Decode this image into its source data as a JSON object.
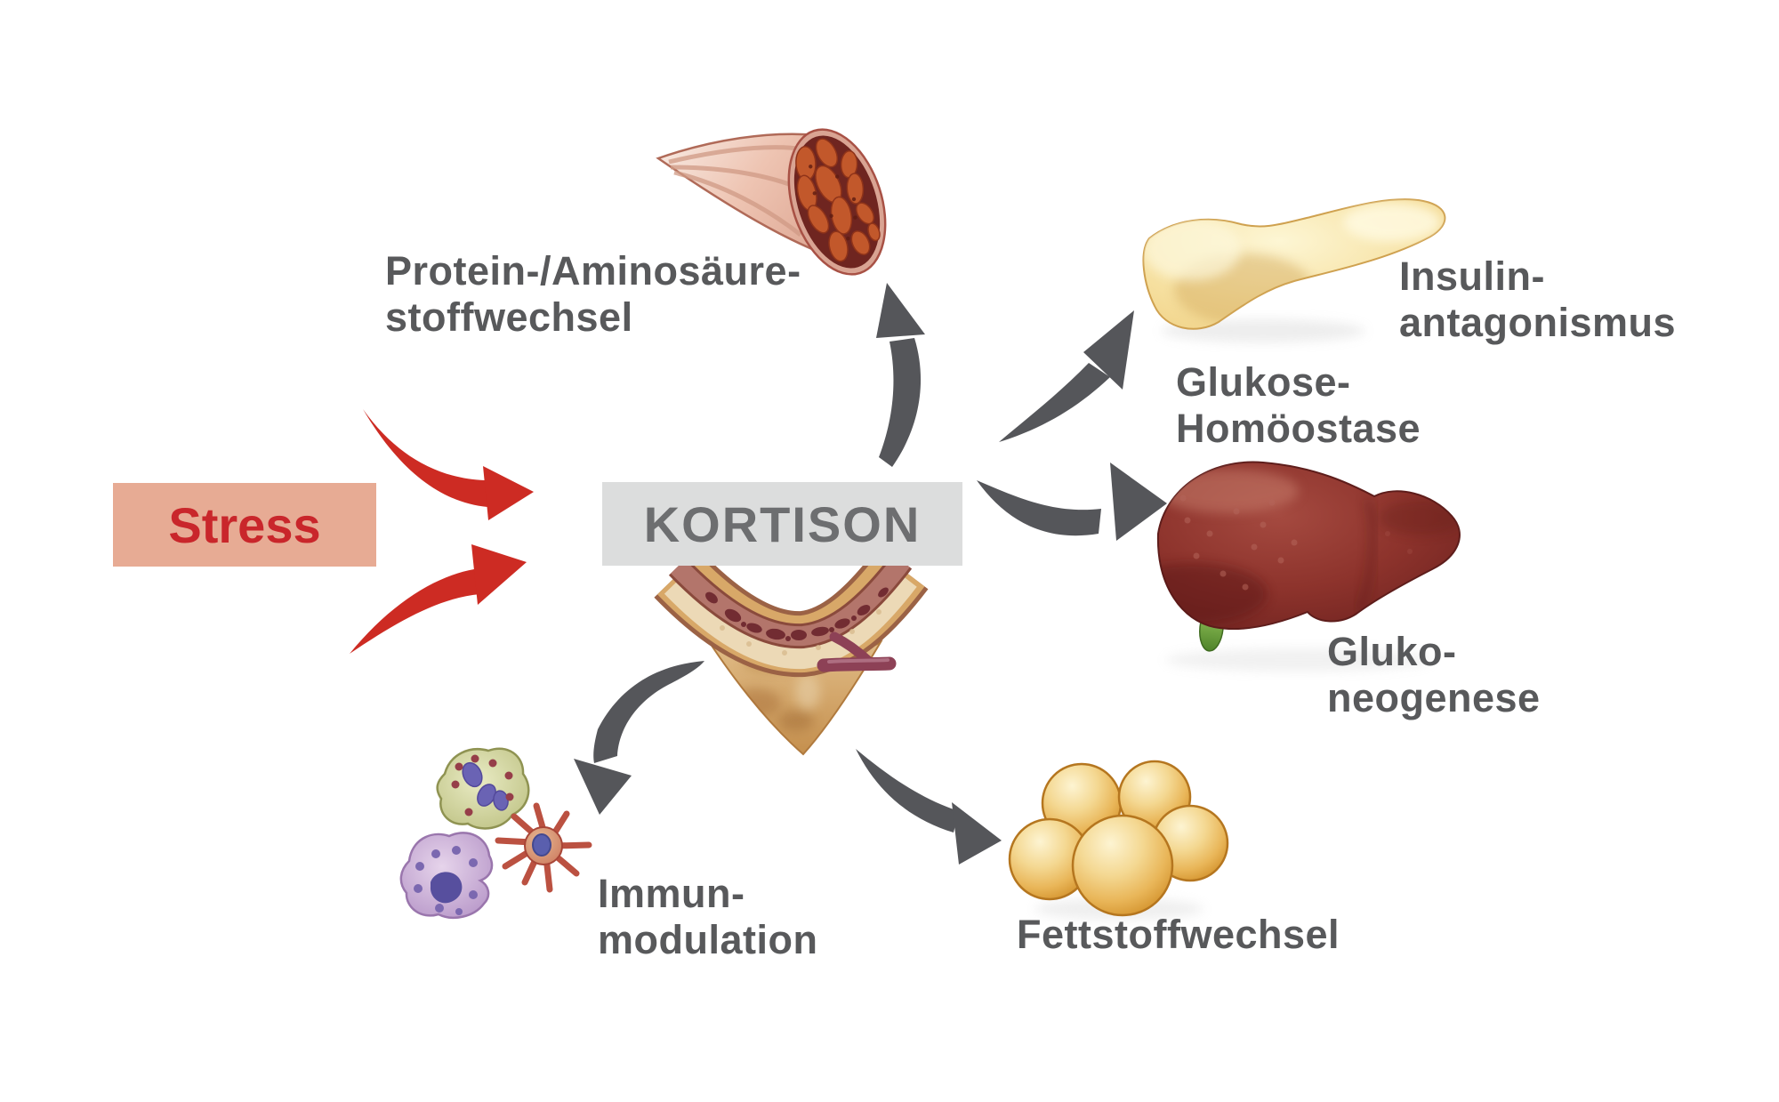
{
  "diagram": {
    "source": {
      "label": "Stress"
    },
    "center": {
      "label": "KORTISON"
    },
    "effects": [
      {
        "id": "protein-metabolism",
        "organ": "muscle-icon",
        "lines": [
          "Protein-/Aminosäure-",
          "stoffwechsel"
        ]
      },
      {
        "id": "insulin-antagonism",
        "organ": "pancreas-icon",
        "lines": [
          "Insulin-",
          "antagonismus"
        ]
      },
      {
        "id": "glucose-homeostasis",
        "organ": "pancreas-icon",
        "lines": [
          "Glukose-",
          "Homöostase"
        ]
      },
      {
        "id": "gluconeogenesis",
        "organ": "liver-icon",
        "lines": [
          "Gluko-",
          "neogenese"
        ]
      },
      {
        "id": "immunomodulation",
        "organ": "immune-cells-icon",
        "lines": [
          "Immun-",
          "modulation"
        ]
      },
      {
        "id": "fat-metabolism",
        "organ": "fat-cells-icon",
        "lines": [
          "Fettstoffwechsel"
        ]
      }
    ],
    "colors": {
      "background": "#ffffff",
      "stress_box_bg": "#e7ab94",
      "stress_text": "#c9262b",
      "kortison_box_bg": "#dcdddd",
      "kortison_text": "#6d6e70",
      "label_text": "#58595b",
      "arrow_gray": "#55565a",
      "arrow_red": "#cd2b23"
    }
  }
}
